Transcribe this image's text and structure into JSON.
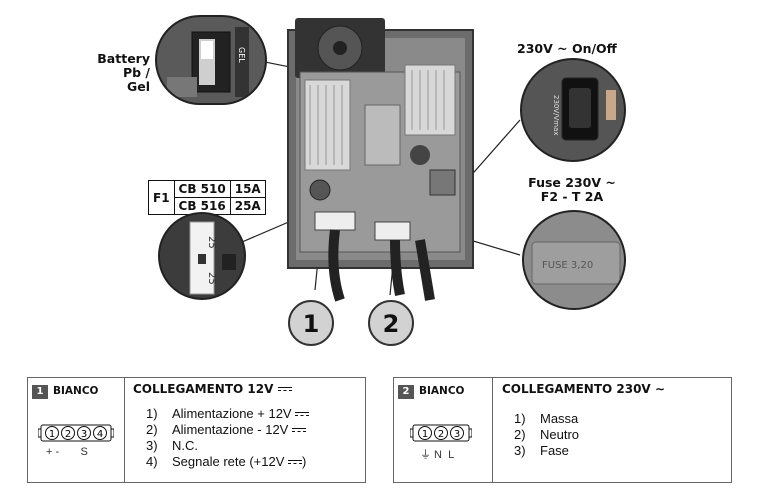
{
  "labels": {
    "battery_line1": "Battery",
    "battery_line2": "Pb / Gel",
    "switch": "230V ~ On/Off",
    "fuse_line1": "Fuse 230V ~",
    "fuse_line2": "F2 - T 2A",
    "circle1": "1",
    "circle2": "2",
    "fuse_zoom_top": "25",
    "fuse_zoom_bottom": "25",
    "switch_text": "230V/Vmax",
    "fuse_print": "FUSE 3,20",
    "gel_marks": "GEL"
  },
  "f1_table": {
    "key": "F1",
    "rows": [
      {
        "model": "CB 510",
        "amps": "15A"
      },
      {
        "model": "CB 516",
        "amps": "25A"
      }
    ]
  },
  "connector1": {
    "number": "1",
    "color": "BIANCO",
    "title": "COLLEGAMENTO 12V",
    "pins": [
      "1",
      "2",
      "3",
      "4"
    ],
    "pin_labels": "+ -       S",
    "items": [
      {
        "n": "1)",
        "text": "Alimentazione + 12V"
      },
      {
        "n": "2)",
        "text": "Alimentazione - 12V"
      },
      {
        "n": "3)",
        "text": "N.C."
      },
      {
        "n": "4)",
        "text": "Segnale rete (+12V"
      }
    ],
    "item4_close": ")"
  },
  "connector2": {
    "number": "2",
    "color": "BIANCO",
    "title": "COLLEGAMENTO 230V",
    "pins": [
      "1",
      "2",
      "3"
    ],
    "pin_labels": "⏚ N  L",
    "items": [
      {
        "n": "1)",
        "text": "Massa"
      },
      {
        "n": "2)",
        "text": "Neutro"
      },
      {
        "n": "3)",
        "text": "Fase"
      }
    ]
  }
}
